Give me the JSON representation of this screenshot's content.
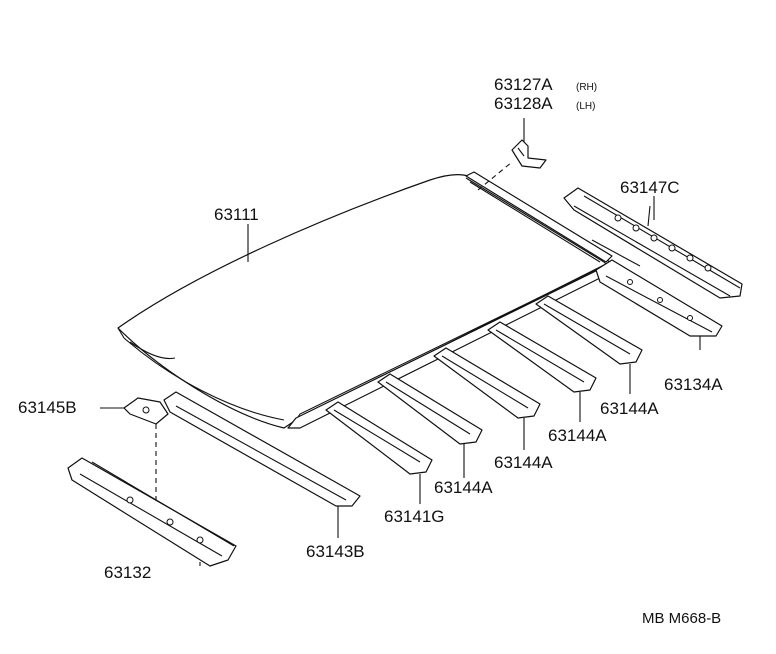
{
  "labels": {
    "p63127a": "63127A",
    "p63127a_side": "(RH)",
    "p63128a": "63128A",
    "p63128a_side": "(LH)",
    "p63147c": "63147C",
    "p63111": "63111",
    "p63134a": "63134A",
    "p63144a_1": "63144A",
    "p63144a_2": "63144A",
    "p63144a_3": "63144A",
    "p63144a_4": "63144A",
    "p63145b": "63145B",
    "p63141g": "63141G",
    "p63143b": "63143B",
    "p63132": "63132"
  },
  "footer": {
    "code": "MB M668-B"
  }
}
